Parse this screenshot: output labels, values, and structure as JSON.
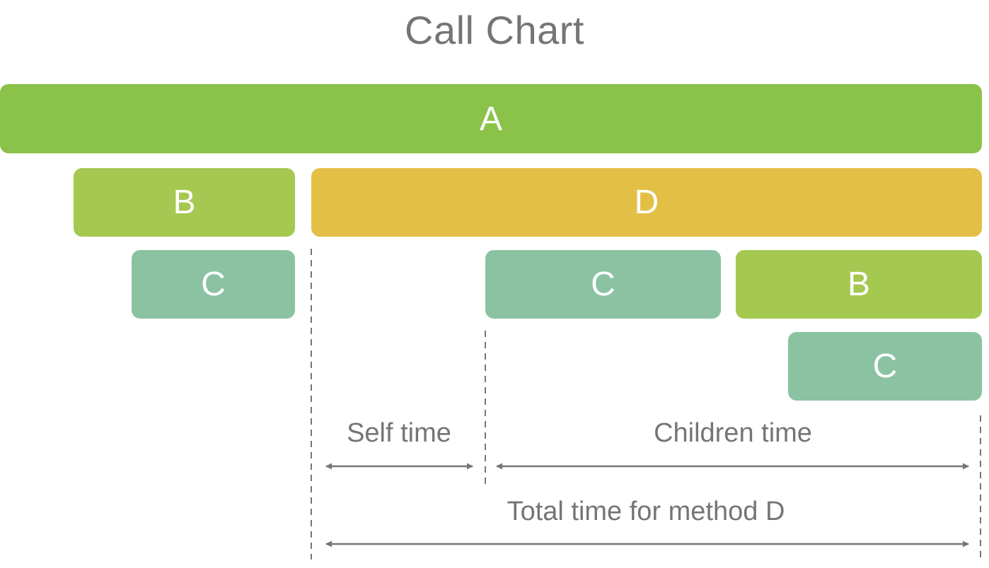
{
  "title": "Call Chart",
  "colors": {
    "method_a": "#8bc34a",
    "method_b": "#a5c850",
    "method_c": "#8bc3a2",
    "method_d": "#e3bf45",
    "annotation": "#757575"
  },
  "calls": [
    {
      "id": "a",
      "label": "A",
      "depth": 0,
      "color_key": "method_a"
    },
    {
      "id": "b1",
      "label": "B",
      "depth": 1,
      "color_key": "method_b"
    },
    {
      "id": "d",
      "label": "D",
      "depth": 1,
      "color_key": "method_d"
    },
    {
      "id": "c1",
      "label": "C",
      "depth": 2,
      "color_key": "method_c"
    },
    {
      "id": "c2",
      "label": "C",
      "depth": 2,
      "color_key": "method_c"
    },
    {
      "id": "b2",
      "label": "B",
      "depth": 2,
      "color_key": "method_b"
    },
    {
      "id": "c3",
      "label": "C",
      "depth": 3,
      "color_key": "method_c"
    }
  ],
  "annotations": {
    "self_time": "Self time",
    "children_time": "Children time",
    "total_time": "Total time for method D"
  }
}
